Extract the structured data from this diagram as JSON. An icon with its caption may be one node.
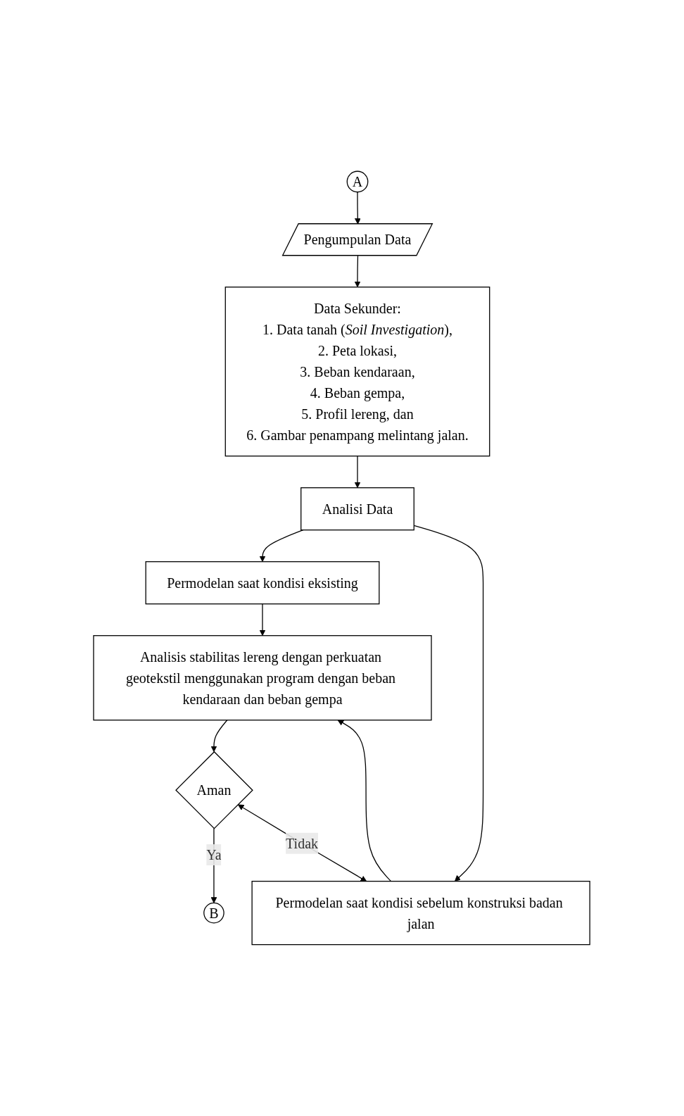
{
  "diagram": {
    "nodes": [
      {
        "text": [
          "A"
        ]
      },
      {
        "text": [
          "Pengumpulan Data"
        ]
      },
      {
        "text": [
          "Data Sekunder:",
          "1. Data tanah (*Soil Investigation*),",
          "2. Peta lokasi,",
          "3. Beban kendaraan,",
          "4. Beban gempa,",
          "5. Profil lereng, dan",
          "6. Gambar penampang melintang jalan."
        ]
      },
      {
        "text": [
          "Analisi Data"
        ]
      },
      {
        "text": [
          "Permodelan saat kondisi eksisting"
        ]
      },
      {
        "text": [
          "Permodelan saat kondisi sebelum konstruksi badan jalan"
        ]
      },
      {
        "text": [
          "Analisis stabilitas lereng dengan perkuatan geotekstil menggunakan program dengan beban kendaraan dan beban gempa"
        ]
      },
      {
        "text": [
          "Aman"
        ]
      },
      {
        "text": [
          "B"
        ]
      }
    ],
    "edges": [
      {
        "from": 0,
        "to": 1,
        "arrow": "to"
      },
      {
        "from": 1,
        "to": 2,
        "arrow": "to"
      },
      {
        "from": 2,
        "to": 3,
        "arrow": "to"
      },
      {
        "from": 3,
        "to": 4,
        "arrow": "to"
      },
      {
        "from": 3,
        "to": 5,
        "arrow": "to"
      },
      {
        "from": 4,
        "to": 6,
        "arrow": "to"
      },
      {
        "from": 5,
        "to": 6,
        "arrow": "to"
      },
      {
        "from": 6,
        "to": 7,
        "arrow": "to"
      },
      {
        "from": 7,
        "to": 8,
        "label": "Ya",
        "arrow": "to"
      },
      {
        "from": 7,
        "to": 5,
        "label": "Tidak",
        "arrow": "both"
      }
    ]
  }
}
